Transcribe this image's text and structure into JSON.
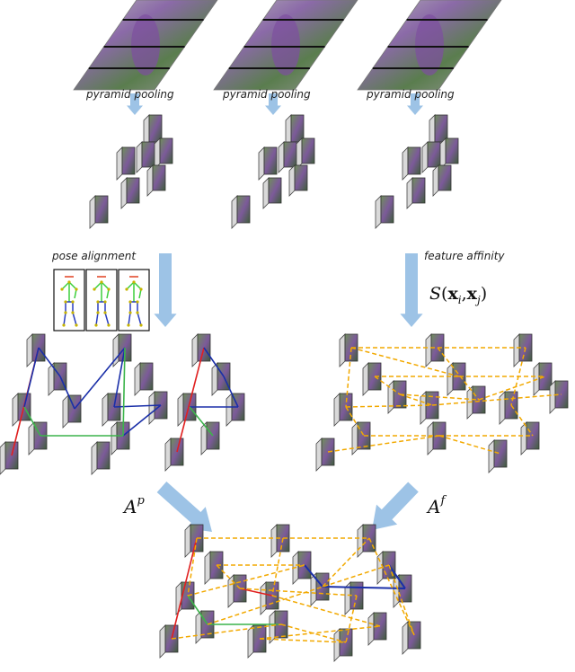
{
  "labels": {
    "pyramid_pooling": "pyramid pooling",
    "pose_alignment": "pose alignment",
    "feature_affinity": "feature affinity"
  },
  "math": {
    "affinity_func": "S",
    "affinity_open": "(",
    "x_i": "x",
    "sub_i": "i",
    "comma": ",",
    "x_j": "x",
    "sub_j": "j",
    "affinity_close": ")",
    "A_p_base": "A",
    "A_p_sup": "p",
    "A_f_base": "A",
    "A_f_sup": "f"
  },
  "colors": {
    "arrow": "#9dc3e6",
    "edge_red": "#e02020",
    "edge_blue": "#1a2fa8",
    "edge_green": "#3cb44b",
    "edge_orange": "#f2a900",
    "block_side": "#d9d9d9",
    "block_front": "#8a6ba6"
  }
}
